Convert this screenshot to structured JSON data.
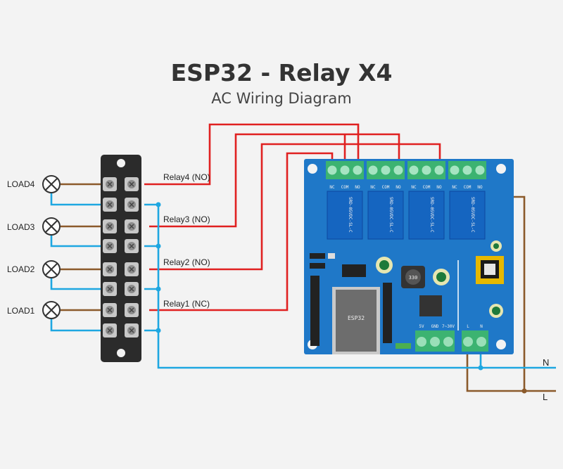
{
  "title": "ESP32 - Relay X4",
  "subtitle": "AC Wiring Diagram",
  "loads": [
    "LOAD4",
    "LOAD3",
    "LOAD2",
    "LOAD1"
  ],
  "relays": [
    "Relay4 (NO)",
    "Relay3 (NO)",
    "Relay2 (NO)",
    "Relay1 (NC)"
  ],
  "mains": {
    "neutral": "N",
    "line": "L"
  },
  "board": {
    "chip": "ESP32",
    "relay_terminal": [
      "NC",
      "COM",
      "NO"
    ],
    "power_terminal": [
      "5V",
      "GND",
      "7~30V"
    ],
    "ac_terminal": [
      "L",
      "N"
    ],
    "relay_part": "SRD-05VDC-SL-C",
    "inductor": "330"
  },
  "colors": {
    "line": "#e02020",
    "neutral": "#1ea7e1",
    "load": "#8b5a2b",
    "board": "#1f78c8",
    "terminal": "#3cb371"
  }
}
